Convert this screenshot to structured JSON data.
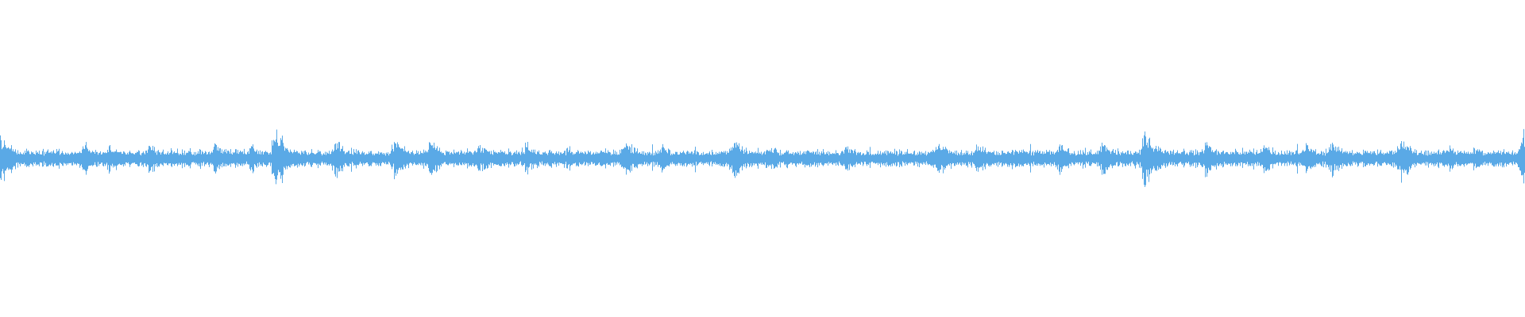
{
  "waveform": {
    "color": "#5aa9e6",
    "background": "#ffffff",
    "baseline_amplitude": 0.045,
    "peaks": [
      {
        "t": 0.0,
        "amp": 0.13
      },
      {
        "t": 0.054,
        "amp": 0.1
      },
      {
        "t": 0.071,
        "amp": 0.09
      },
      {
        "t": 0.097,
        "amp": 0.08
      },
      {
        "t": 0.14,
        "amp": 0.09
      },
      {
        "t": 0.164,
        "amp": 0.08
      },
      {
        "t": 0.18,
        "amp": 0.15
      },
      {
        "t": 0.219,
        "amp": 0.11
      },
      {
        "t": 0.258,
        "amp": 0.11
      },
      {
        "t": 0.281,
        "amp": 0.1
      },
      {
        "t": 0.313,
        "amp": 0.08
      },
      {
        "t": 0.344,
        "amp": 0.09
      },
      {
        "t": 0.371,
        "amp": 0.07
      },
      {
        "t": 0.409,
        "amp": 0.11
      },
      {
        "t": 0.433,
        "amp": 0.08
      },
      {
        "t": 0.48,
        "amp": 0.11
      },
      {
        "t": 0.503,
        "amp": 0.08
      },
      {
        "t": 0.554,
        "amp": 0.08
      },
      {
        "t": 0.615,
        "amp": 0.1
      },
      {
        "t": 0.64,
        "amp": 0.09
      },
      {
        "t": 0.694,
        "amp": 0.09
      },
      {
        "t": 0.722,
        "amp": 0.1
      },
      {
        "t": 0.75,
        "amp": 0.15
      },
      {
        "t": 0.79,
        "amp": 0.1
      },
      {
        "t": 0.828,
        "amp": 0.09
      },
      {
        "t": 0.856,
        "amp": 0.08
      },
      {
        "t": 0.872,
        "amp": 0.1
      },
      {
        "t": 0.918,
        "amp": 0.12
      },
      {
        "t": 0.948,
        "amp": 0.08
      },
      {
        "t": 0.966,
        "amp": 0.07
      },
      {
        "t": 0.997,
        "amp": 0.16
      }
    ]
  }
}
